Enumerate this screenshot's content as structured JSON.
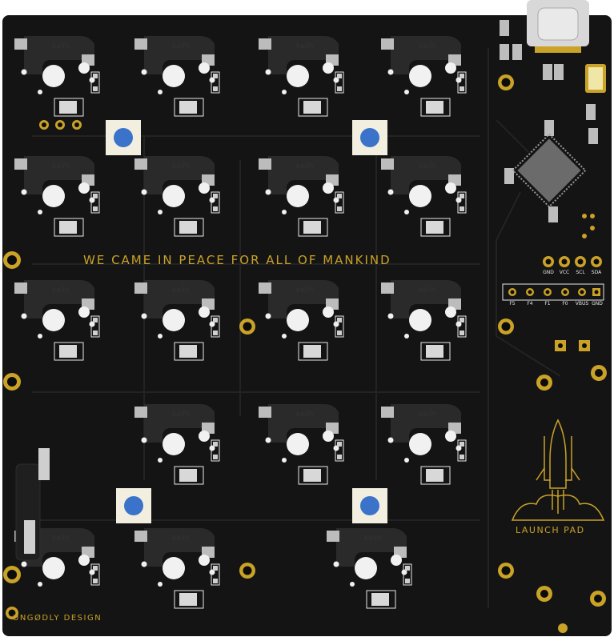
{
  "silkscreen": {
    "motto": "WE CAME IN PEACE FOR ALL OF MANKIND",
    "title": "LAUNCH PAD",
    "brand": "UNGØDLY DESIGN",
    "switch_text": "kailh"
  },
  "header_i2c": [
    "GND",
    "VCC",
    "SCL",
    "SDA"
  ],
  "header_io": [
    "F5",
    "F4",
    "F1",
    "F0",
    "VBUS",
    "GND"
  ],
  "colors": {
    "board": "#141414",
    "gold": "#c9a227",
    "silk": "#e8e8e8",
    "socket": "#2a2a2a",
    "led": "#3a73c9"
  },
  "icons": [
    "usb-c-connector",
    "mcu-chip",
    "crystal-oscillator",
    "rocket-logo"
  ]
}
